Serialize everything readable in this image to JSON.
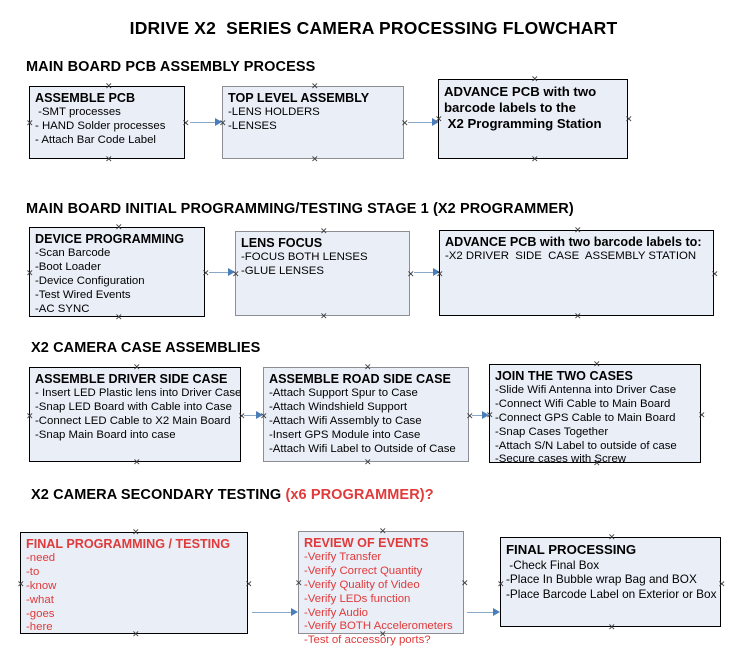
{
  "document": {
    "title": "IDRIVE X2  SERIES CAMERA PROCESSING FLOWCHART",
    "colors": {
      "node_fill": "#e9eef7",
      "node_border_black": "#000000",
      "node_border_gray": "#8d8d94",
      "connector": "#8aa8c8",
      "arrow_head": "#4a7ebb",
      "accent_red": "#e03a3a",
      "text": "#000000"
    }
  },
  "sections": [
    {
      "heading": "MAIN BOARD PCB ASSEMBLY PROCESS",
      "heading_red": ""
    },
    {
      "heading": "MAIN BOARD INITIAL PROGRAMMING/TESTING STAGE 1 (X2 PROGRAMMER)",
      "heading_red": ""
    },
    {
      "heading": "X2 CAMERA CASE ASSEMBLIES",
      "heading_red": ""
    },
    {
      "heading": "X2 CAMERA SECONDARY TESTING ",
      "heading_red": "(x6 PROGRAMMER)?"
    }
  ],
  "nodes": {
    "assemble_pcb": {
      "title": "ASSEMBLE PCB",
      "lines": [
        " -SMT processes",
        "- HAND Solder processes",
        "- Attach Bar Code Label"
      ]
    },
    "top_level_assembly": {
      "title": "TOP LEVEL ASSEMBLY",
      "lines": [
        "-LENS HOLDERS",
        "-LENSES"
      ]
    },
    "advance_pcb_station": {
      "title": "ADVANCE PCB with two",
      "lines": [
        "barcode labels to the",
        " X2 Programming Station"
      ]
    },
    "device_programming": {
      "title": "DEVICE PROGRAMMING",
      "lines": [
        "-Scan Barcode",
        "-Boot Loader",
        "-Device Configuration",
        "-Test Wired Events",
        "-AC SYNC"
      ]
    },
    "lens_focus": {
      "title": "LENS FOCUS",
      "lines": [
        "-FOCUS BOTH LENSES",
        "-GLUE LENSES"
      ]
    },
    "advance_pcb_driver": {
      "title": "ADVANCE PCB with two barcode labels to:",
      "lines": [
        "-X2 DRIVER  SIDE  CASE  ASSEMBLY STATION"
      ]
    },
    "assemble_driver_side": {
      "title": "ASSEMBLE DRIVER SIDE CASE",
      "lines": [
        "- Insert LED Plastic lens into Driver Case",
        "-Snap LED Board with Cable into Case",
        "-Connect LED Cable to X2 Main Board",
        "-Snap Main Board into case"
      ]
    },
    "assemble_road_side": {
      "title": "ASSEMBLE ROAD SIDE CASE",
      "lines": [
        "-Attach Support Spur to Case",
        "-Attach Windshield Support",
        "-Attach Wifi Assembly to Case",
        "-Insert GPS Module into Case",
        "-Attach Wifi Label to Outside of Case"
      ]
    },
    "join_two_cases": {
      "title": "JOIN THE TWO CASES",
      "lines": [
        "-Slide Wifi Antenna into Driver Case",
        "-Connect Wifi Cable to Main Board",
        "-Connect GPS Cable to Main Board",
        "-Snap Cases Together",
        "-Attach S/N Label to outside of case",
        "-Secure cases with Screw"
      ]
    },
    "final_programming": {
      "title": "FINAL PROGRAMMING / TESTING",
      "lines": [
        "-need",
        "-to",
        "-know",
        "-what",
        "-goes",
        "-here"
      ]
    },
    "review_of_events": {
      "title": "REVIEW OF EVENTS",
      "lines": [
        "-Verify Transfer",
        "-Verify Correct Quantity",
        "-Verify Quality of Video",
        "-Verify LEDs function",
        "-Verify Audio",
        "-Verify BOTH Accelerometers",
        "-Test of accessory ports?"
      ]
    },
    "final_processing": {
      "title": "FINAL PROCESSING",
      "lines": [
        " -Check Final Box",
        "-Place In Bubble wrap Bag and BOX",
        "-Place Barcode Label on Exterior or Box"
      ]
    }
  }
}
